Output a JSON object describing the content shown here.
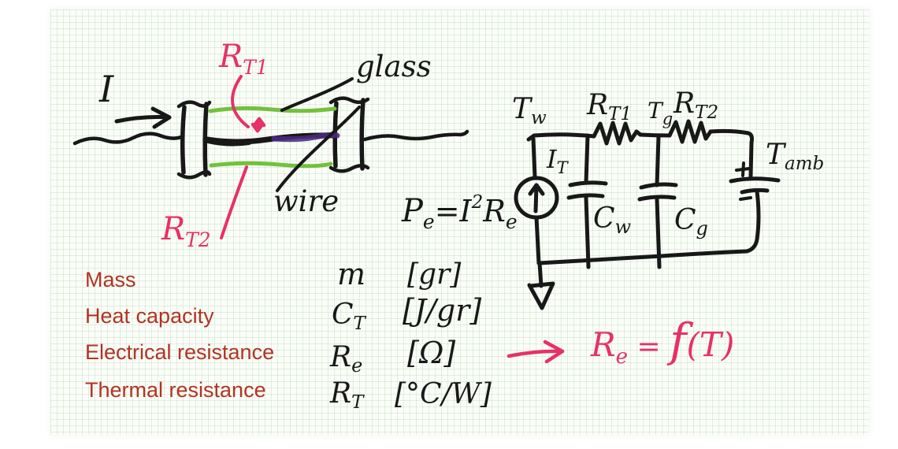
{
  "colors": {
    "ink": "#181818",
    "pink_marker": "#e73166",
    "typed_label_red": "#b23322",
    "glass_green": "#72c13d",
    "wire_purple": "#4b2a80",
    "paper": "#fbfdf9",
    "grid_line": "#d9ead4"
  },
  "sensor": {
    "current_label": "I",
    "rt1": {
      "main": "R",
      "sub": "T1"
    },
    "rt2": {
      "main": "R",
      "sub": "T2"
    },
    "glass_label": "glass",
    "wire_label": "wire"
  },
  "power_equation": {
    "p": "P",
    "p_sub": "e",
    "mid": "=I",
    "sup": "2",
    "r": "R",
    "r_sub": "e"
  },
  "circuit": {
    "node_wire_temp": {
      "main": "T",
      "sub": "w"
    },
    "thermal_resistance_1": {
      "main": "R",
      "sub": "T1"
    },
    "node_glass_temp": {
      "main": "T",
      "sub": "g"
    },
    "thermal_resistance_2": {
      "main": "R",
      "sub": "T2"
    },
    "current_source": {
      "main": "I",
      "sub": "T"
    },
    "wire_capacitance": {
      "main": "C",
      "sub": "w"
    },
    "glass_capacitance": {
      "main": "C",
      "sub": "g"
    },
    "ambient_temp": {
      "main": "T",
      "sub": "amb"
    },
    "battery_plus": "+",
    "battery_minus": "−"
  },
  "legend": {
    "rows": [
      {
        "label": "Mass",
        "symbol": "m",
        "symbol_sub": "",
        "unit": "[gr]"
      },
      {
        "label": "Heat capacity",
        "symbol": "C",
        "symbol_sub": "T",
        "unit": "[J/gr]"
      },
      {
        "label": "Electrical resistance",
        "symbol": "R",
        "symbol_sub": "e",
        "unit": "[Ω]"
      },
      {
        "label": "Thermal resistance",
        "symbol": "R",
        "symbol_sub": "T",
        "unit": "[°C/W]"
      }
    ]
  },
  "conclusion": {
    "r": "R",
    "r_sub": "e",
    "equals": " = ",
    "f": "f",
    "arg": "(T)"
  }
}
